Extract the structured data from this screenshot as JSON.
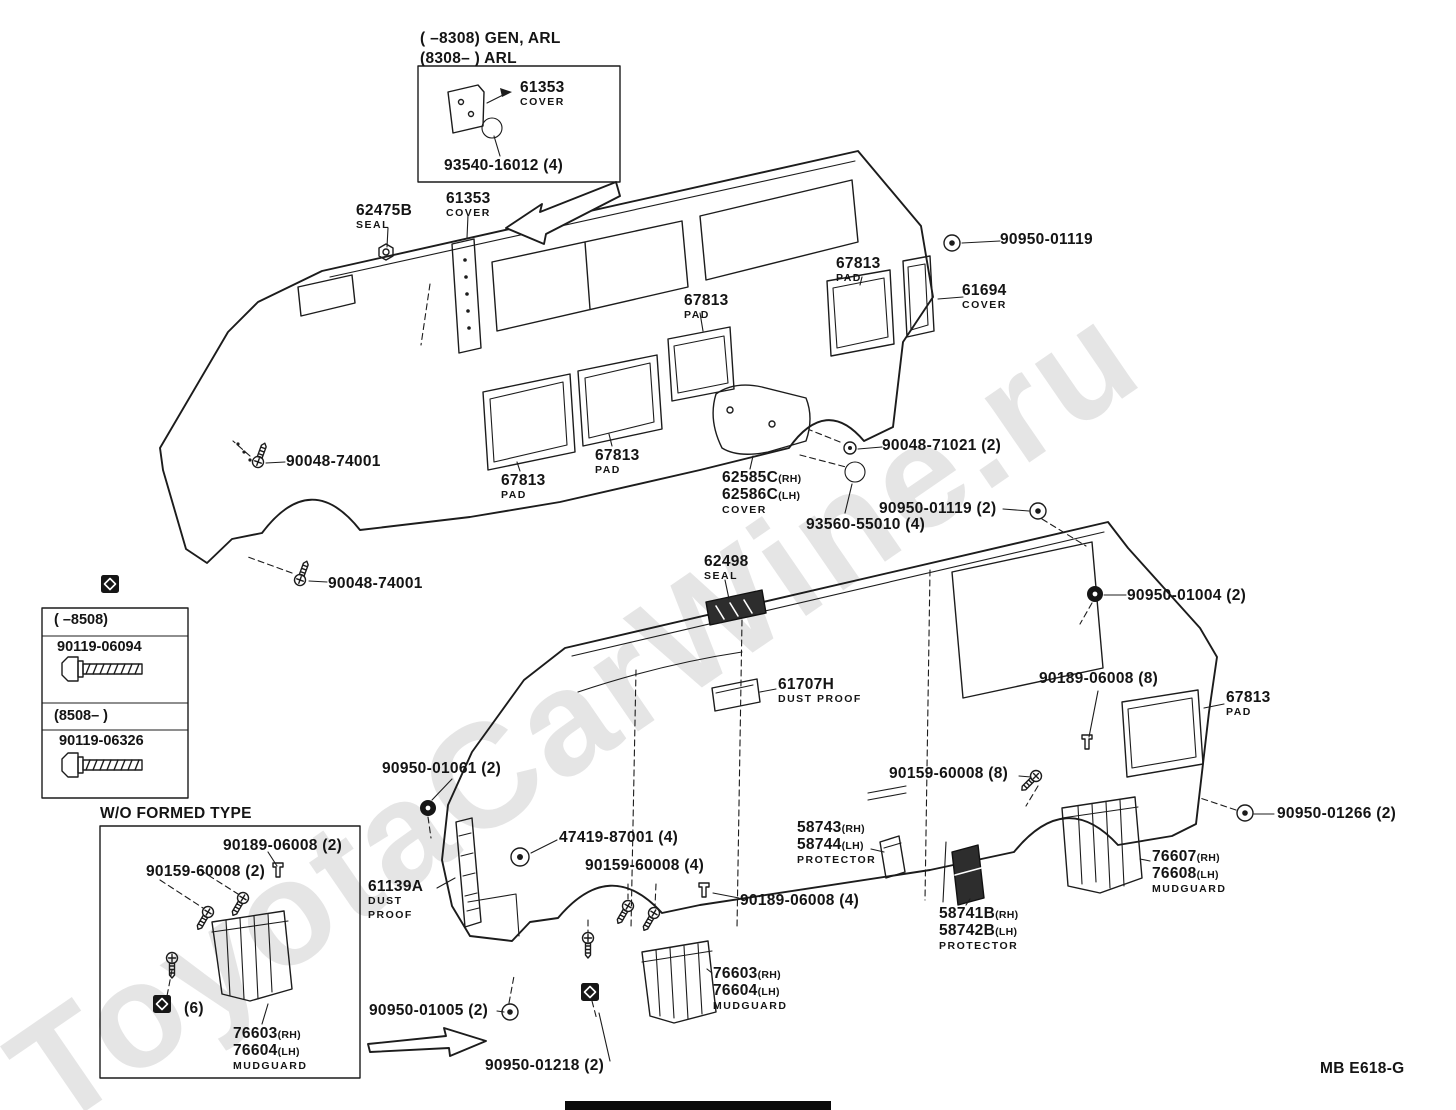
{
  "header_note": {
    "line1": "(        –8308) GEN, ARL",
    "line2": "(8308–        ) ARL"
  },
  "markers": {
    "s": "S",
    "qty6": "(6)"
  },
  "parts": {
    "p61353": "61353",
    "p62475B": "62475B",
    "p67813": "67813",
    "p61694": "61694",
    "p62585C": "62585C",
    "p62586C": "62586C",
    "p62498": "62498",
    "p61707H": "61707H",
    "p61139A": "61139A",
    "p58743": "58743",
    "p58744": "58744",
    "p58741B": "58741B",
    "p58742B": "58742B",
    "p76603": "76603",
    "p76604": "76604",
    "p76607": "76607",
    "p76608": "76608"
  },
  "descriptors": {
    "cover": "COVER",
    "seal": "SEAL",
    "pad": "PAD",
    "dust_proof": "DUST PROOF",
    "dust": "DUST",
    "proof": "PROOF",
    "protector": "PROTECTOR",
    "mudguard": "MUDGUARD",
    "rh": "(RH)",
    "lh": "(LH)"
  },
  "fasteners": {
    "f93540_16012": "93540-16012 (4)",
    "f90950_01119": "90950-01119",
    "f90950_01119_2": "90950-01119 (2)",
    "f90048_74001": "90048-74001",
    "f90048_71021": "90048-71021 (2)",
    "f93560_55010": "93560-55010 (4)",
    "f90950_01004": "90950-01004 (2)",
    "f90189_06008_8": "90189-06008 (8)",
    "f90950_01061": "90950-01061 (2)",
    "f90159_60008_8": "90159-60008 (8)",
    "f90950_01266": "90950-01266 (2)",
    "f47419_87001": "47419-87001 (4)",
    "f90159_60008_4": "90159-60008 (4)",
    "f90189_06008_4": "90189-06008 (4)",
    "f90950_01005": "90950-01005 (2)",
    "f90950_01218": "90950-01218 (2)",
    "f90189_06008_2": "90189-06008 (2)",
    "f90159_60008_2": "90159-60008 (2)"
  },
  "inset_bolt_box": {
    "range1": "(        –8508)",
    "num1": "90119-06094",
    "range2": "(8508–        )",
    "num2": "90119-06326"
  },
  "wo_box": {
    "title": "W/O FORMED TYPE"
  },
  "doc_code": "MB E618-G",
  "watermark": "ToyotaCarWine.ru"
}
